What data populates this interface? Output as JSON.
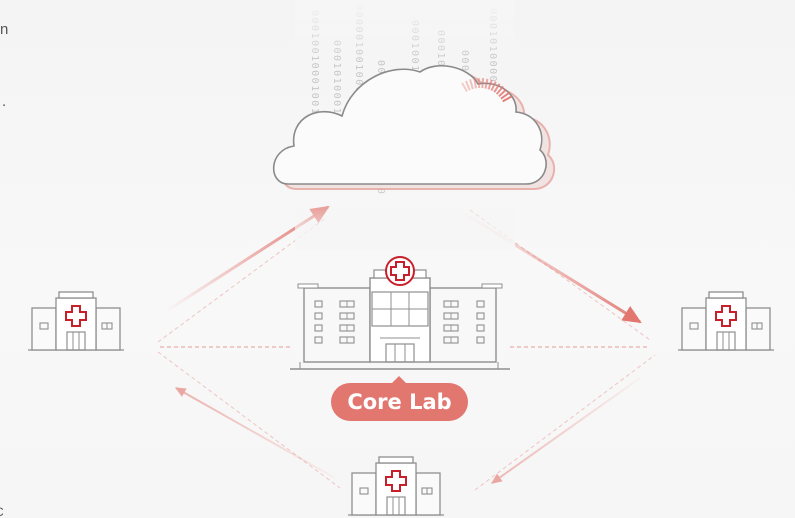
{
  "left_edge_text": {
    "top_fragment": "n",
    "middle_fragment": ".",
    "bottom_fragment": "C"
  },
  "cloud": {
    "binary_columns": [
      "000100100010010100",
      "00010100010010001",
      "00000100100001000",
      "000010010001000100",
      "000100100001000100",
      "000100010000101000",
      "00010100000100100",
      "00010100001000100"
    ]
  },
  "core_lab": {
    "label": "Core Lab",
    "icon": "hospital-icon",
    "emblem": "medical-cross-icon"
  },
  "sites": [
    {
      "name": "left-hospital",
      "icon": "hospital-icon"
    },
    {
      "name": "right-hospital",
      "icon": "hospital-icon"
    },
    {
      "name": "bottom-hospital",
      "icon": "hospital-icon"
    }
  ],
  "colors": {
    "accent": "#e27770",
    "cross_red": "#c8202b",
    "building_stroke": "#8f8f8f",
    "cloud_stroke": "#8a8a8a",
    "binary": "#c7c7c7",
    "background": "#f6f6f6"
  }
}
